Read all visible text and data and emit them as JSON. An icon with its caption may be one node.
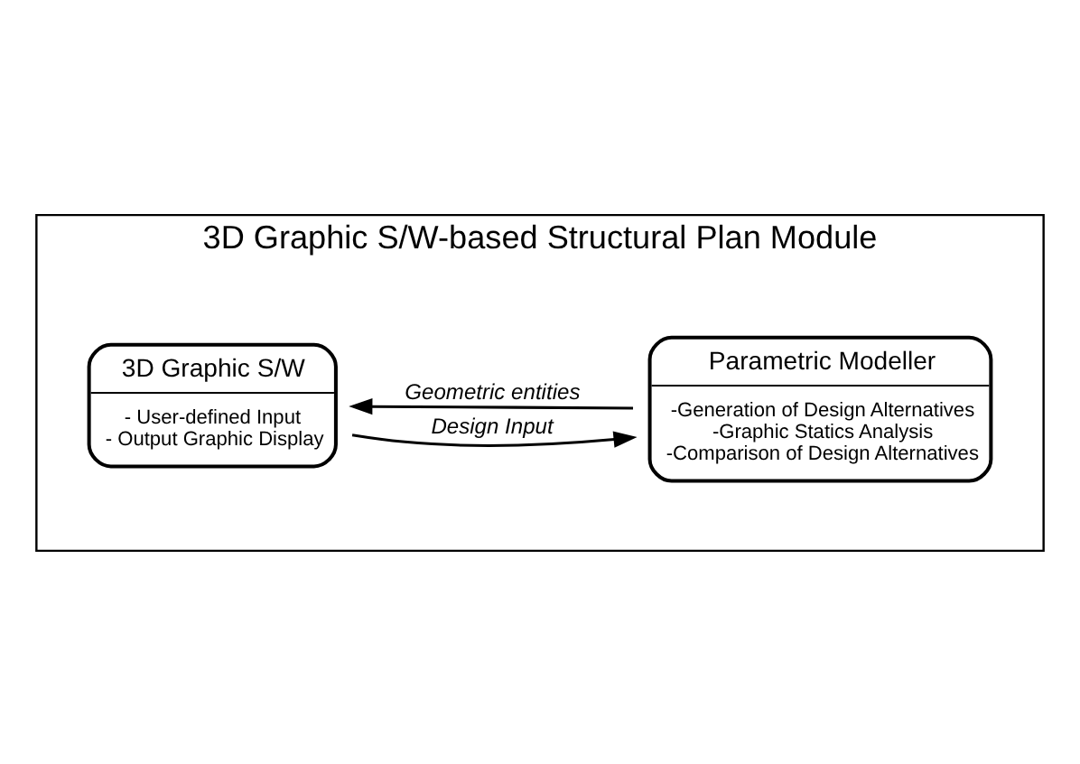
{
  "diagram": {
    "nodes": [
      {
        "text": [
          "3D Graphic S/W-based Structural Plan Module"
        ]
      },
      {
        "text": [
          "3D Graphic S/W",
          "- User-defined Input",
          "- Output Graphic Display"
        ],
        "in": 0
      },
      {
        "text": [
          "Parametric Modeller",
          "-Generation of Design Alternatives",
          "-Graphic Statics Analysis",
          "-Comparison of Design Alternatives"
        ],
        "in": 0
      }
    ],
    "edges": [
      {
        "from": 1,
        "to": 2,
        "arrow": "to",
        "label": "Design Input"
      },
      {
        "from": 2,
        "to": 1,
        "arrow": "to",
        "label": "Geometric entities"
      }
    ]
  }
}
